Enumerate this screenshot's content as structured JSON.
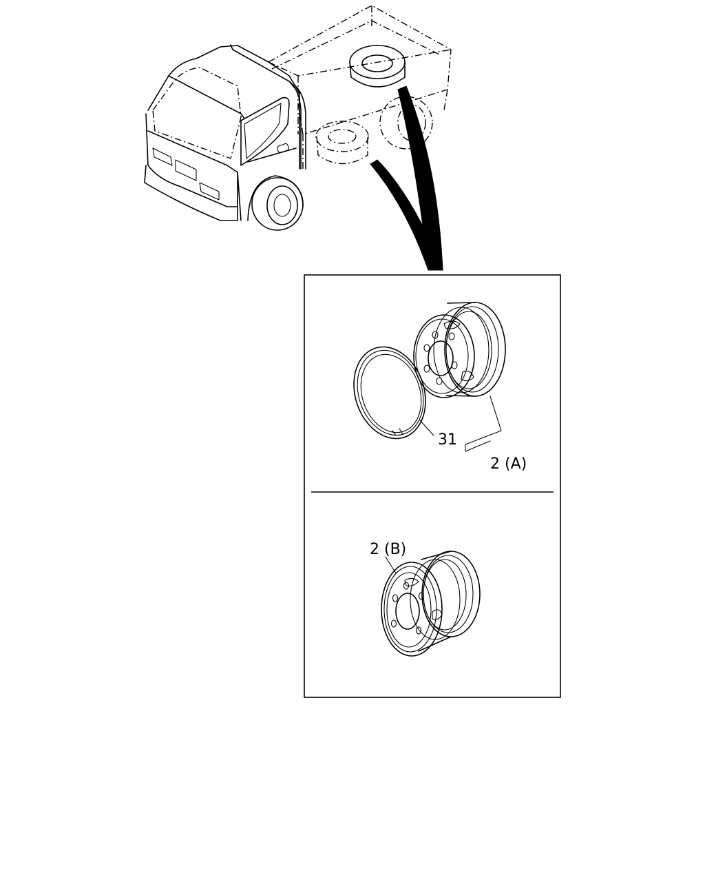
{
  "callouts": {
    "ring_part": "31",
    "wheel_a": "2 (A)",
    "wheel_b": "2 (B)"
  },
  "colors": {
    "line": "#000000",
    "background": "#ffffff"
  }
}
